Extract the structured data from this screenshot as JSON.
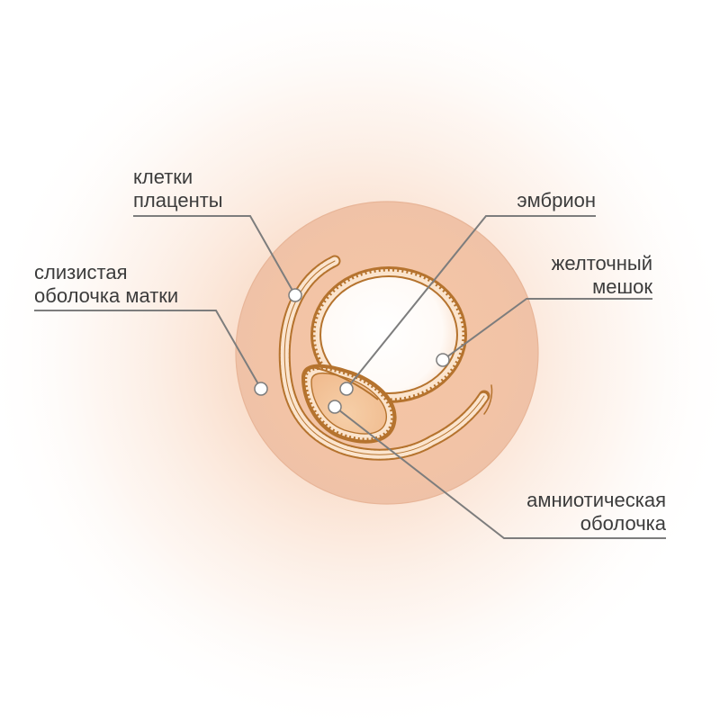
{
  "labels": {
    "placenta_cells": {
      "line1": "клетки",
      "line2": "плаценты"
    },
    "uterine_lining": {
      "line1": "слизистая",
      "line2": "оболочка матки"
    },
    "embryo": {
      "line1": "эмбрион"
    },
    "yolk_sac": {
      "line1": "желточный",
      "line2": "мешок"
    },
    "amnion": {
      "line1": "амниотическая",
      "line2": "оболочка"
    }
  },
  "colors": {
    "glow": "#f6c9a8",
    "sphere": "#f0c5a8",
    "membrane": "#b5732e",
    "cell_fill": "#fbead7",
    "yolk_inner": "#fff9f4",
    "leader": "#7d7d7d",
    "text": "#3c3c3c"
  }
}
